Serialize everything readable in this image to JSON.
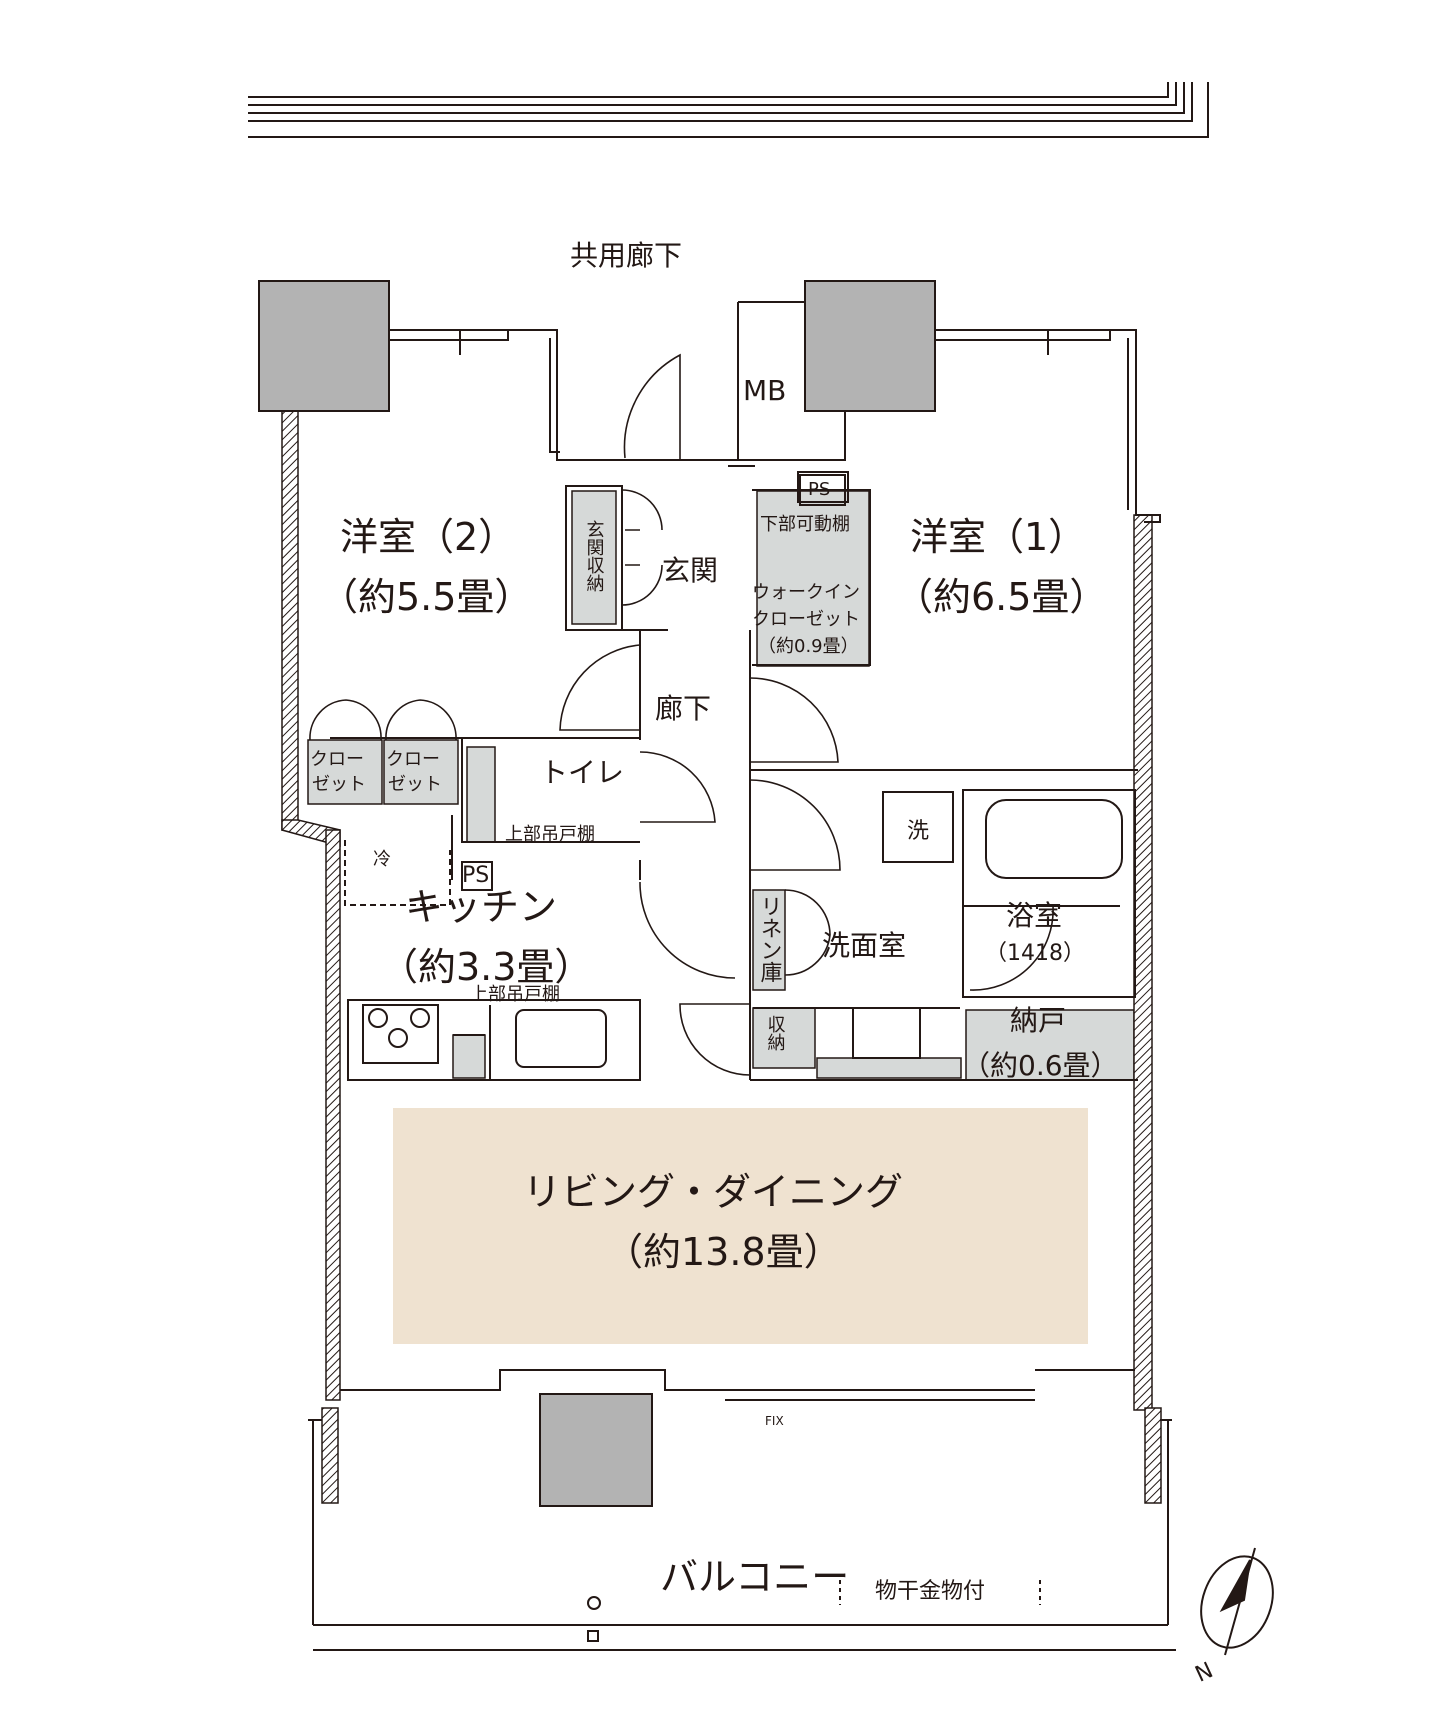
{
  "labels": {
    "corridor": "共用廊下",
    "mb": "MB",
    "ps_top": "PS",
    "lower_shelf": "下部可動棚",
    "room2_name": "洋室（2）",
    "room2_size": "（約5.5畳）",
    "room1_name": "洋室（1）",
    "room1_size": "（約6.5畳）",
    "entrance": "玄関",
    "entrance_storage": "玄関収納",
    "wic_l1": "ウォークイン",
    "wic_l2": "クローゼット",
    "wic_l3": "（約0.9畳）",
    "hallway": "廊下",
    "closet_a_1": "クロー",
    "closet_a_2": "ゼット",
    "closet_b_1": "クロー",
    "closet_b_2": "ゼット",
    "toilet": "トイレ",
    "upper_cab_1": "上部吊戸棚",
    "fridge": "冷",
    "ps_kitchen": "PS",
    "kitchen_name": "キッチン",
    "kitchen_size": "（約3.3畳）",
    "upper_cab_2": "上部吊戸棚",
    "washer": "洗",
    "linen": "リネン庫",
    "washroom": "洗面室",
    "bath_name": "浴室",
    "bath_size": "（1418）",
    "storage_small": "収納",
    "nando_name": "納戸",
    "nando_size": "（約0.6畳）",
    "living_name": "リビング・ダイニング",
    "living_size": "（約13.8畳）",
    "fix": "FIX",
    "balcony": "バルコニー",
    "drying": "物干金物付",
    "north": "N"
  },
  "colors": {
    "living_fill": "#efe2d0",
    "storage_fill": "#d6d9d8",
    "column_fill": "#b3b3b3",
    "line": "#231815"
  }
}
